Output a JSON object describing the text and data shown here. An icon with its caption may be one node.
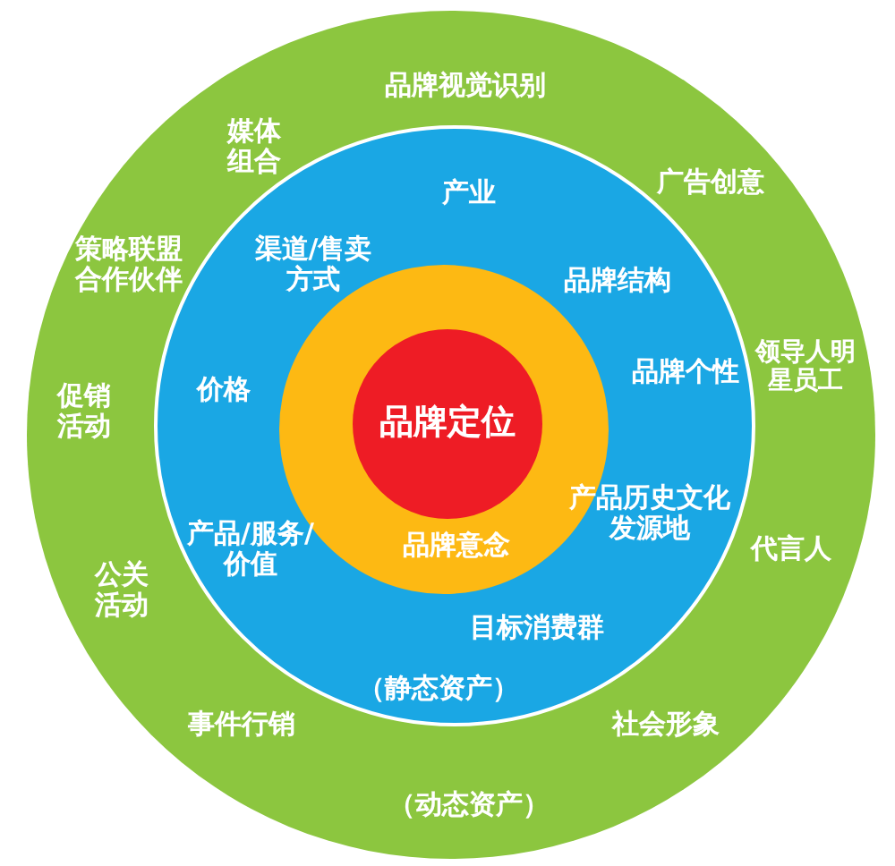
{
  "diagram": {
    "nodes": [
      {
        "text": [
          "品牌视觉识别",
          "媒体组合",
          "广告创意",
          "策略联盟合作伙伴",
          "领导人明星员工",
          "促销活动",
          "代言人",
          "公关活动",
          "事件行销",
          "社会形象",
          "（动态资产）"
        ]
      },
      {
        "text": [
          "产业",
          "渠道/售卖方式",
          "品牌结构",
          "价格",
          "品牌个性",
          "产品/服务/价值",
          "产品历史文化发源地",
          "目标消费群",
          "（静态资产）"
        ],
        "in": 0
      },
      {
        "text": [
          "品牌意念"
        ],
        "in": 1
      },
      {
        "text": [
          "品牌定位"
        ],
        "in": 2
      }
    ]
  }
}
